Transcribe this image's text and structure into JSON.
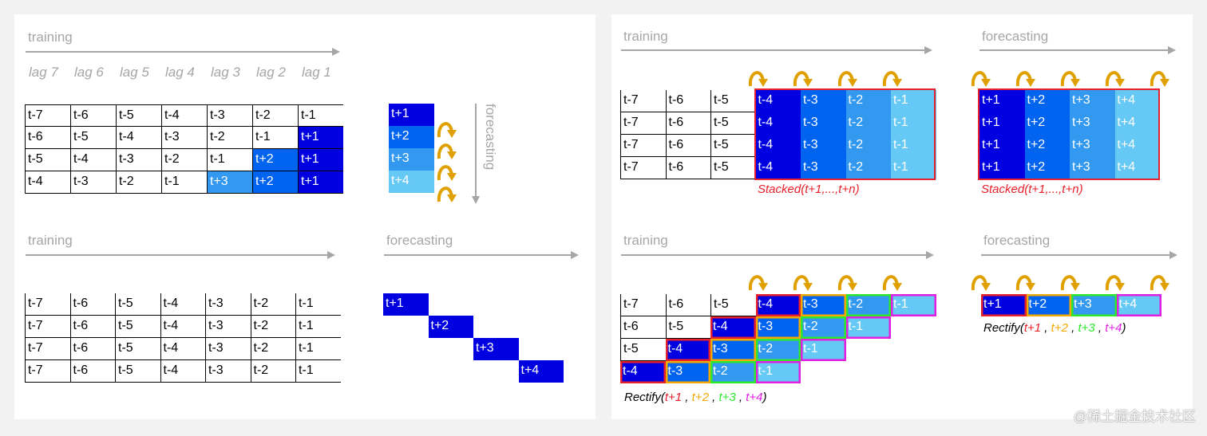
{
  "colors": {
    "blue1": "#0000e0",
    "blue2": "#0064f0",
    "blue3": "#3399f0",
    "blue4": "#66c8f5",
    "grey": "#a6a6a6",
    "red": "#e8212a",
    "orange": "#f2a900",
    "green": "#2ee82e",
    "magenta": "#e020e0",
    "curl": "#e0a000"
  },
  "icons": {
    "curl": "curved-arrow-icon"
  },
  "left": {
    "top": {
      "training_label": "training",
      "lags": [
        "lag 7",
        "lag 6",
        "lag 5",
        "lag 4",
        "lag 3",
        "lag 2",
        "lag 1"
      ],
      "rows": [
        [
          "t-7",
          "t-6",
          "t-5",
          "t-4",
          "t-3",
          "t-2",
          "t-1"
        ],
        [
          "t-6",
          "t-5",
          "t-4",
          "t-3",
          "t-2",
          "t-1",
          "t+1"
        ],
        [
          "t-5",
          "t-4",
          "t-3",
          "t-2",
          "t-1",
          "t+2",
          "t+1"
        ],
        [
          "t-4",
          "t-3",
          "t-2",
          "t-1",
          "t+3",
          "t+2",
          "t+1"
        ]
      ],
      "forecast_column": [
        "t+1",
        "t+2",
        "t+3",
        "t+4"
      ],
      "forecasting_label": "forecasting"
    },
    "bottom": {
      "training_label": "training",
      "forecasting_label": "forecasting",
      "rows": [
        [
          "t-7",
          "t-6",
          "t-5",
          "t-4",
          "t-3",
          "t-2",
          "t-1"
        ],
        [
          "t-7",
          "t-6",
          "t-5",
          "t-4",
          "t-3",
          "t-2",
          "t-1"
        ],
        [
          "t-7",
          "t-6",
          "t-5",
          "t-4",
          "t-3",
          "t-2",
          "t-1"
        ],
        [
          "t-7",
          "t-6",
          "t-5",
          "t-4",
          "t-3",
          "t-2",
          "t-1"
        ]
      ],
      "diagonal": [
        "t+1",
        "t+2",
        "t+3",
        "t+4"
      ]
    }
  },
  "right": {
    "top": {
      "training_label": "training",
      "forecasting_label": "forecasting",
      "train_rows": [
        [
          "t-7",
          "t-6",
          "t-5",
          "t-4",
          "t-3",
          "t-2",
          "t-1"
        ],
        [
          "t-7",
          "t-6",
          "t-5",
          "t-4",
          "t-3",
          "t-2",
          "t-1"
        ],
        [
          "t-7",
          "t-6",
          "t-5",
          "t-4",
          "t-3",
          "t-2",
          "t-1"
        ],
        [
          "t-7",
          "t-6",
          "t-5",
          "t-4",
          "t-3",
          "t-2",
          "t-1"
        ]
      ],
      "forecast_rows": [
        [
          "t+1",
          "t+2",
          "t+3",
          "t+4"
        ],
        [
          "t+1",
          "t+2",
          "t+3",
          "t+4"
        ],
        [
          "t+1",
          "t+2",
          "t+3",
          "t+4"
        ],
        [
          "t+1",
          "t+2",
          "t+3",
          "t+4"
        ]
      ],
      "stacked_caption": "Stacked(t+1,...,t+n)"
    },
    "bottom": {
      "training_label": "training",
      "forecasting_label": "forecasting",
      "train_rows": [
        [
          "t-7",
          "t-6",
          "t-5",
          "t-4",
          "t-3",
          "t-2",
          "t-1"
        ],
        [
          "t-6",
          "t-5",
          "t-4",
          "t-3",
          "t-2",
          "t-1"
        ],
        [
          "t-5",
          "t-4",
          "t-3",
          "t-2",
          "t-1"
        ],
        [
          "t-4",
          "t-3",
          "t-2",
          "t-1"
        ]
      ],
      "forecast_row": [
        "t+1",
        "t+2",
        "t+3",
        "t+4"
      ],
      "rectify": {
        "prefix": "Rectify(",
        "t1": "t+1",
        "t2": "t+2",
        "t3": "t+3",
        "t4": "t+4",
        "sep": ",",
        "suffix": ")"
      }
    }
  },
  "watermark": "@稀土掘金技术社区"
}
